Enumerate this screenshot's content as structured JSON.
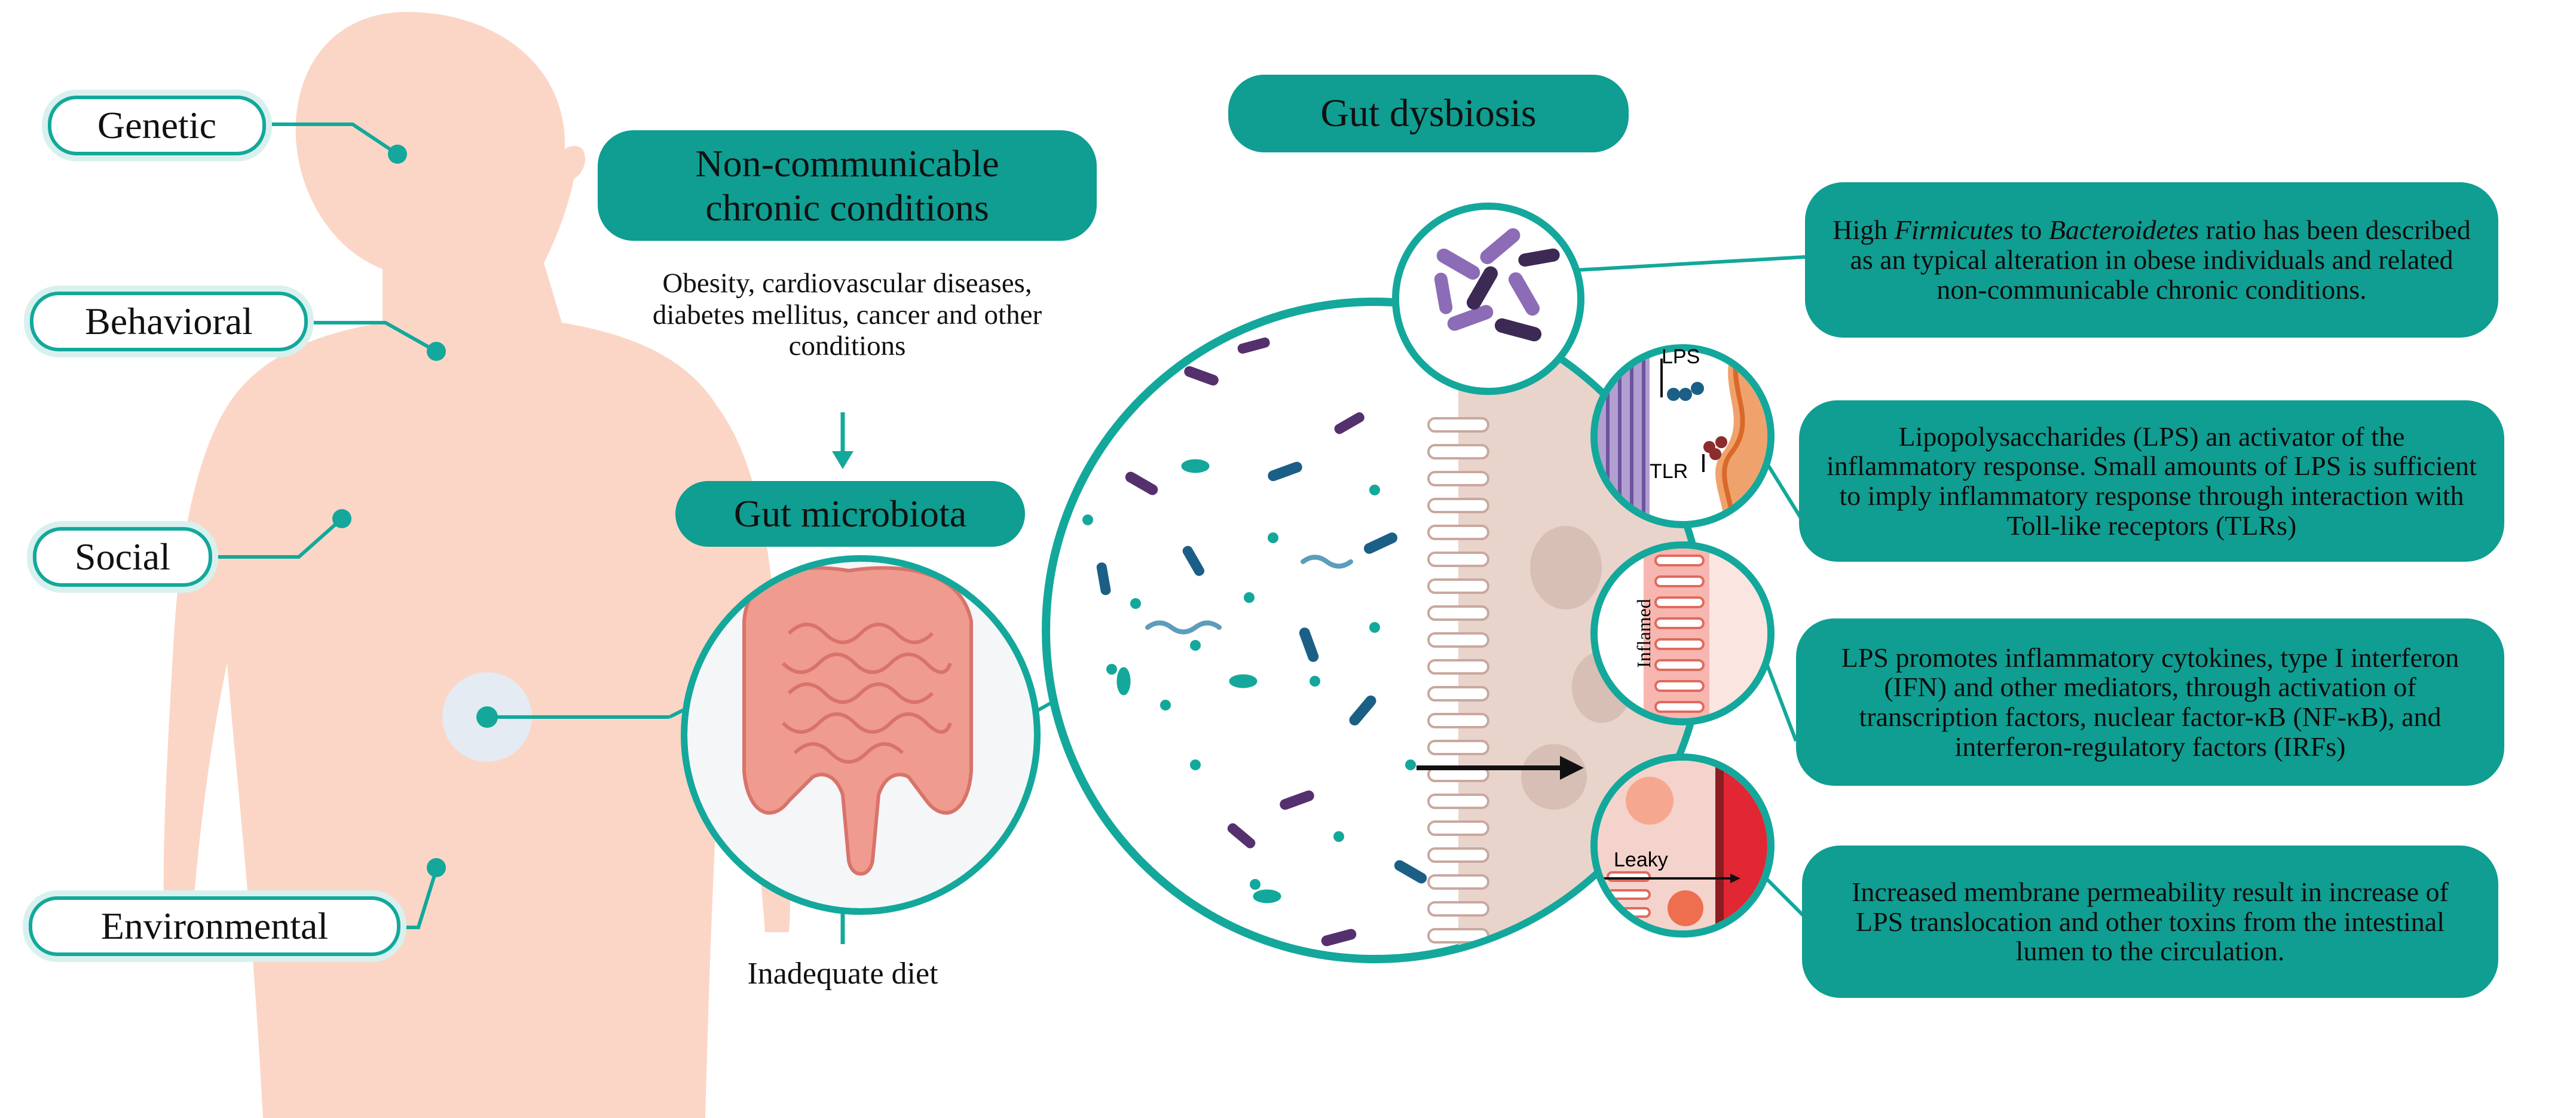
{
  "factors": {
    "genetic": "Genetic",
    "behavioral": "Behavioral",
    "social": "Social",
    "environmental": "Environmental"
  },
  "ncd": {
    "title": "Non-communicable chronic conditions",
    "subtitle": "Obesity, cardiovascular diseases, diabetes mellitus, cancer and other conditions"
  },
  "gut_microbiota": "Gut microbiota",
  "inadequate_diet": "Inadequate diet",
  "gut_dysbiosis": "Gut dysbiosis",
  "micro_labels": {
    "lps": "LPS",
    "tlr": "TLR",
    "inflamed": "Inflamed",
    "leaky": "Leaky"
  },
  "info_boxes": {
    "firmicutes": {
      "pre": "High ",
      "italic1": "Firmicutes",
      "mid": " to ",
      "italic2": "Bacteroidetes",
      "post": " ratio has been described as an typical alteration in obese individuals and related non-communicable chronic conditions."
    },
    "lps_activator": "Lipopolysaccharides (LPS) an activator of the inflammatory response. Small amounts of LPS  is sufficient to imply inflammatory response through interaction with Toll-like receptors (TLRs)",
    "lps_cytokines": "LPS promotes inflammatory cytokines, type I interferon (IFN) and other mediators, through activation of transcription factors, nuclear factor-κB (NF-κB), and interferon-regulatory factors (IRFs)",
    "permeability": "Increased membrane permeability result in increase of LPS  translocation and other toxins from the intestinal lumen to the circulation."
  },
  "colors": {
    "teal": "#0f9e91",
    "teal_light": "#d8f1ee",
    "skin": "#fbd6c6",
    "intestine": "#ef9b8f",
    "blood": "#e02733"
  }
}
